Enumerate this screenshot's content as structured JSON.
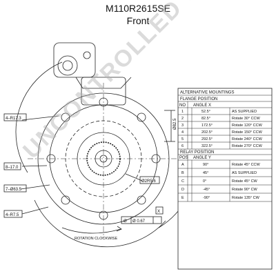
{
  "header": {
    "part_number": "M110R2615SE",
    "view": "Front"
  },
  "watermark": "UNCONTROLLED COPY",
  "table": {
    "title": "ALTERNATIVE MOUNTINGS",
    "flange": {
      "section": "FLANGE POSITION",
      "col_no": "NO",
      "col_angle": "ANGLE X",
      "rows": [
        {
          "no": "1",
          "angle": "52.5°",
          "note": "AS SUPPLIED"
        },
        {
          "no": "2",
          "angle": "82.5°",
          "note": "Rotate 30° CCW"
        },
        {
          "no": "3",
          "angle": "172.5°",
          "note": "Rotate 120° CCW"
        },
        {
          "no": "4",
          "angle": "202.5°",
          "note": "Rotate 150° CCW"
        },
        {
          "no": "5",
          "angle": "292.5°",
          "note": "Rotate 240° CCW"
        },
        {
          "no": "6",
          "angle": "322.5°",
          "note": "Rotate 270° CCW"
        }
      ]
    },
    "relay": {
      "section": "RELAY POSITION",
      "col_pos": "POS",
      "col_angle": "ANGLE Y",
      "rows": [
        {
          "pos": "A",
          "angle": "90°",
          "note": "Rotate 45° CCW"
        },
        {
          "pos": "B",
          "angle": "45°",
          "note": "AS SUPPLIED"
        },
        {
          "pos": "C",
          "angle": "0°",
          "note": "Rotate 45° CW"
        },
        {
          "pos": "D",
          "angle": "-45°",
          "note": "Rotate 90° CW"
        },
        {
          "pos": "E",
          "angle": "-90°",
          "note": "Rotate 135° CW"
        }
      ]
    }
  },
  "dims": {
    "d1": "4–R17.3",
    "d2": "8–17.0",
    "d3": "7–Ø63.5",
    "d4": "4–R7.5",
    "d5": "Ø2R5.6",
    "d6": "Ø82.5",
    "d7": "Ø 0.67",
    "d8": "Ø",
    "d9": "X"
  },
  "rotation_label": "ROTATION CLOCKWISE"
}
